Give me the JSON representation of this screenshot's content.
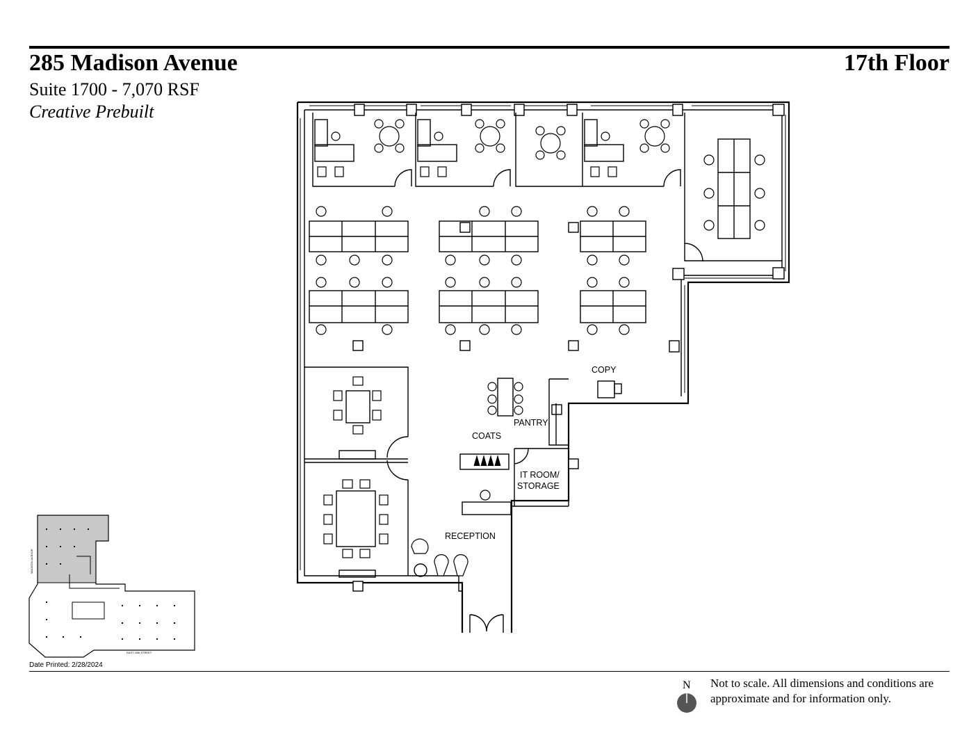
{
  "header": {
    "address": "285 Madison Avenue",
    "floor": "17th Floor",
    "suite": "Suite 1700 - 7,070 RSF",
    "subtitle": "Creative Prebuilt"
  },
  "rooms": {
    "copy": "COPY",
    "pantry": "PANTRY",
    "coats": "COATS",
    "it_room_line1": "IT ROOM/",
    "it_room_line2": "STORAGE",
    "reception": "RECEPTION"
  },
  "keyplan": {
    "street_west": "MADISON AVENUE",
    "street_south": "EAST 40th STREET"
  },
  "footer": {
    "date_printed": "Date Printed: 2/28/2024",
    "disclaimer": "Not to scale. All dimensions and conditions are approximate and for information only.",
    "north_label": "N"
  },
  "colors": {
    "line": "#000000",
    "keyplan_fill": "#c8c8c8",
    "north_fill": "#555555"
  }
}
